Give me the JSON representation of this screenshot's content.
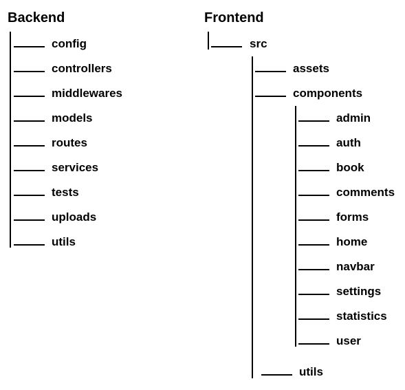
{
  "backend": {
    "title": "Backend",
    "items": [
      "config",
      "controllers",
      "middlewares",
      "models",
      "routes",
      "services",
      "tests",
      "uploads",
      "utils"
    ]
  },
  "frontend": {
    "title": "Frontend",
    "root": "src",
    "src_items": [
      "assets",
      "components"
    ],
    "components_items": [
      "admin",
      "auth",
      "book",
      "comments",
      "forms",
      "home",
      "navbar",
      "settings",
      "statistics",
      "user"
    ],
    "last_item": "utils"
  }
}
